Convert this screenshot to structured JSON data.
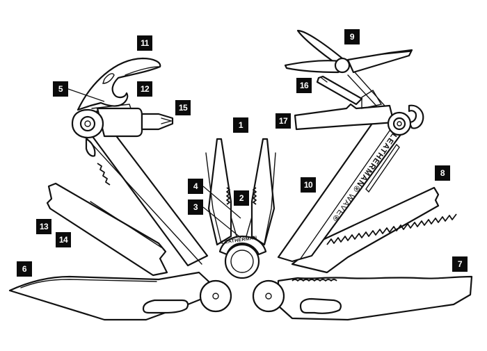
{
  "diagram": {
    "subject": "Leatherman Wave multi-tool",
    "colors": {
      "line": "#111111",
      "badge_bg": "#0b0b0b",
      "badge_text": "#ffffff",
      "background": "#ffffff"
    },
    "handle_branding": {
      "brand": "LEATHERMAN",
      "registered_mark": "®",
      "model": "WAVE",
      "model_mark": "®"
    },
    "medallion_text": "LEATHERMAN",
    "callouts": [
      {
        "number": "1",
        "part": "needlenose-pliers"
      },
      {
        "number": "2",
        "part": "regular-pliers"
      },
      {
        "number": "3",
        "part": "hard-wire-cutter"
      },
      {
        "number": "4",
        "part": "wire-cutter"
      },
      {
        "number": "5",
        "part": "wire-stripper"
      },
      {
        "number": "6",
        "part": "plain-edge-knife"
      },
      {
        "number": "7",
        "part": "serrated-knife"
      },
      {
        "number": "8",
        "part": "saw"
      },
      {
        "number": "9",
        "part": "spring-action-scissors"
      },
      {
        "number": "10",
        "part": "ruler"
      },
      {
        "number": "11",
        "part": "can-opener"
      },
      {
        "number": "12",
        "part": "bottle-opener"
      },
      {
        "number": "13",
        "part": "wood-metal-file"
      },
      {
        "number": "14",
        "part": "diamond-coated-file"
      },
      {
        "number": "15",
        "part": "bit-driver"
      },
      {
        "number": "16",
        "part": "small-bit-driver"
      },
      {
        "number": "17",
        "part": "large-screwdriver"
      }
    ]
  }
}
